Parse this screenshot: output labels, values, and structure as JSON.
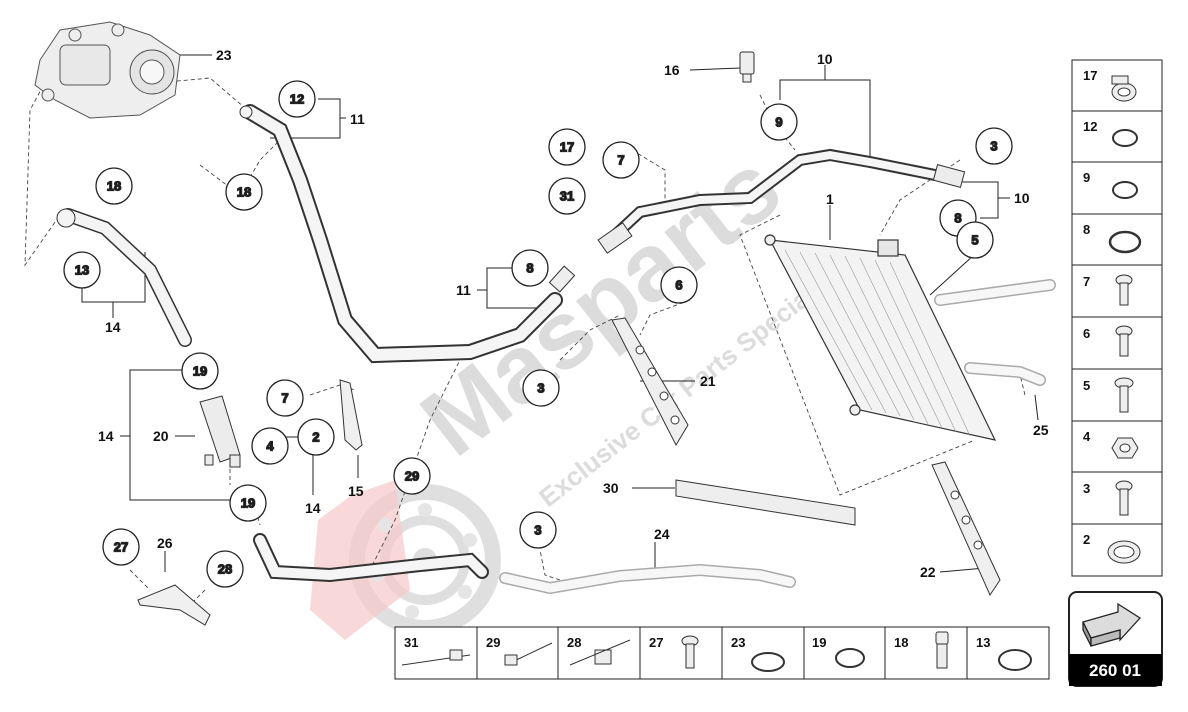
{
  "diagram_number": "260 01",
  "watermark": {
    "brand": "Masparts",
    "tagline": "Exclusive Car Parts Specialist"
  },
  "colors": {
    "line": "#222222",
    "part_fill": "#f2f2f2",
    "part_stroke": "#333333",
    "watermark_gray": "#d9d9d9",
    "watermark_red": "#f2b3b3",
    "badge_fill": "#000000",
    "badge_text": "#ffffff"
  },
  "callouts_circled": [
    "12",
    "18",
    "13",
    "19",
    "19",
    "7",
    "4",
    "2",
    "29",
    "27",
    "28",
    "17",
    "7",
    "31",
    "8",
    "3",
    "6",
    "3",
    "9",
    "3",
    "8",
    "5"
  ],
  "labels_plain": [
    "23",
    "11",
    "14",
    "14",
    "20",
    "15",
    "14",
    "26",
    "11",
    "21",
    "30",
    "24",
    "16",
    "10",
    "10",
    "1",
    "25",
    "22"
  ],
  "legend_right": [
    {
      "num": "17",
      "icon": "clamp-icon"
    },
    {
      "num": "12",
      "icon": "seal-ring-icon"
    },
    {
      "num": "9",
      "icon": "seal-ring-icon"
    },
    {
      "num": "8",
      "icon": "seal-ring-icon"
    },
    {
      "num": "7",
      "icon": "bolt-icon"
    },
    {
      "num": "6",
      "icon": "bolt-icon"
    },
    {
      "num": "5",
      "icon": "bolt-icon"
    },
    {
      "num": "4",
      "icon": "nut-icon"
    },
    {
      "num": "3",
      "icon": "bolt-icon"
    },
    {
      "num": "2",
      "icon": "clamp-icon"
    }
  ],
  "legend_bottom": [
    {
      "num": "31",
      "icon": "cable-tie-icon"
    },
    {
      "num": "29",
      "icon": "cable-tie-icon"
    },
    {
      "num": "28",
      "icon": "clip-icon"
    },
    {
      "num": "27",
      "icon": "bolt-icon"
    },
    {
      "num": "23",
      "icon": "seal-ring-icon"
    },
    {
      "num": "19",
      "icon": "seal-ring-icon"
    },
    {
      "num": "18",
      "icon": "bolt-icon"
    },
    {
      "num": "13",
      "icon": "seal-ring-icon"
    }
  ]
}
